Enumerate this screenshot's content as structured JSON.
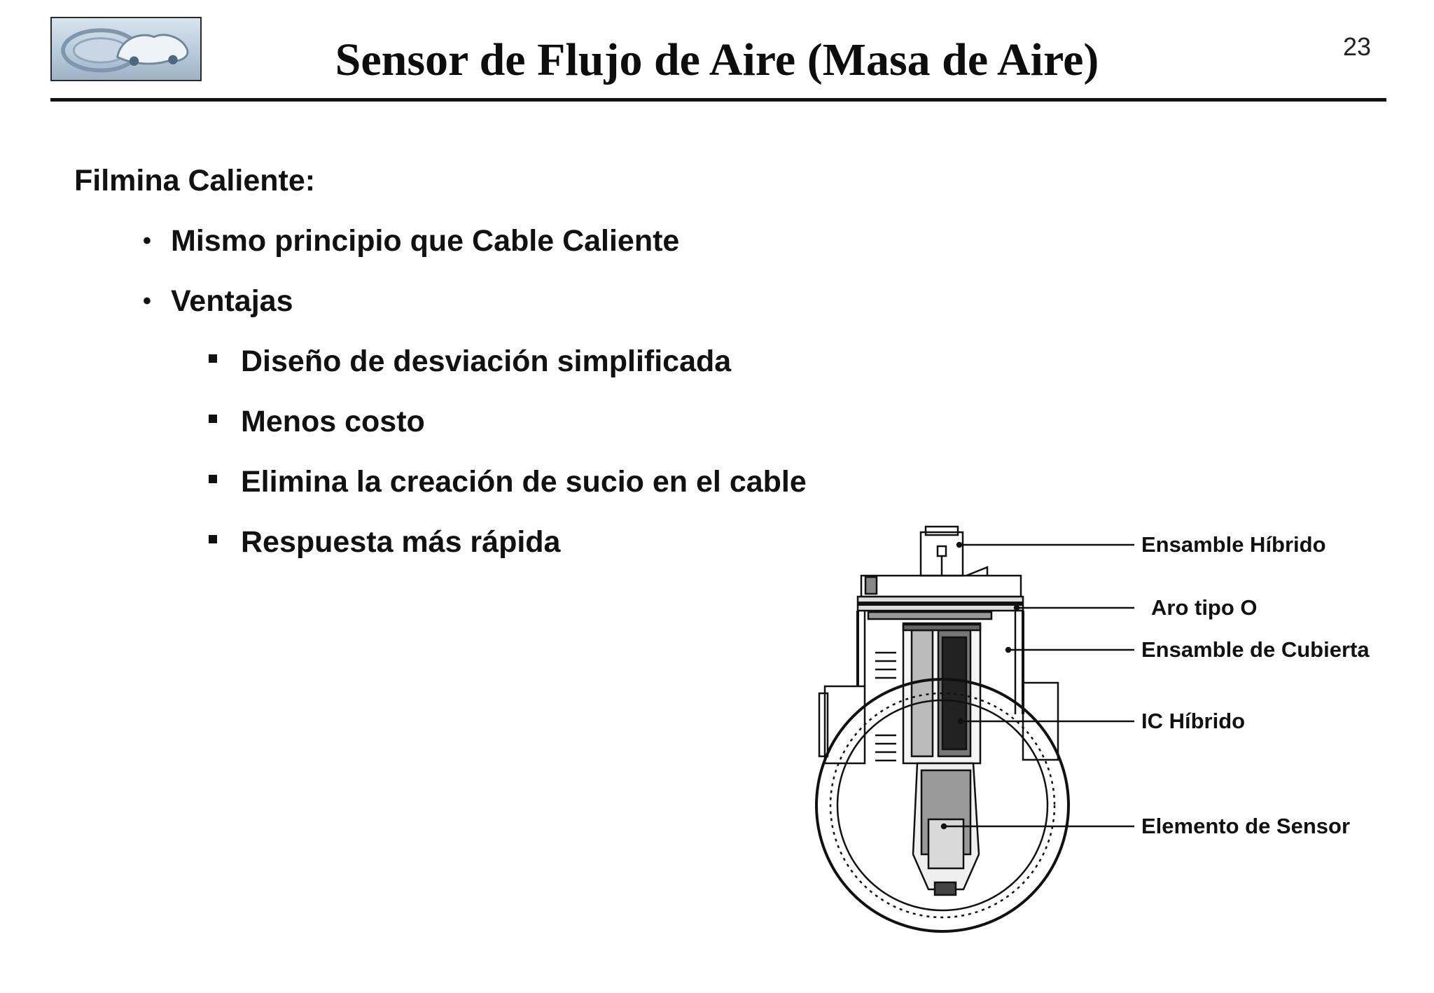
{
  "header": {
    "title": "Sensor de Flujo de Aire (Masa de Aire)",
    "page_number": "23"
  },
  "content": {
    "section_title": "Filmina Caliente:",
    "bullets": [
      {
        "text": "Mismo principio que Cable Caliente"
      },
      {
        "text": "Ventajas",
        "sub": [
          "Diseño de desviación simplificada",
          "Menos costo",
          "Elimina la creación de sucio en el cable",
          "Respuesta más rápida"
        ]
      }
    ]
  },
  "diagram": {
    "labels": [
      "Ensamble Híbrido",
      "Aro tipo O",
      "Ensamble de Cubierta",
      "IC Híbrido",
      "Elemento de Sensor"
    ]
  }
}
